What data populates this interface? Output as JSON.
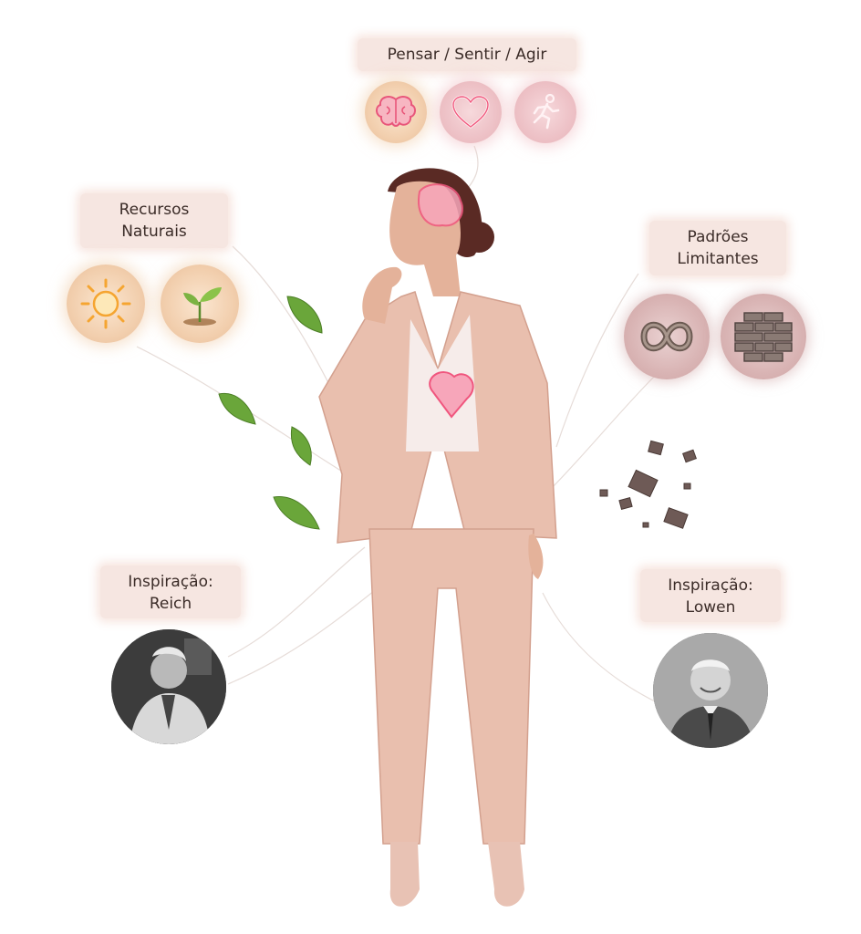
{
  "labels": {
    "think_feel_act": "Pensar / Sentir / Agir",
    "natural_resources_line1": "Recursos",
    "natural_resources_line2": "Naturais",
    "limiting_patterns_line1": "Padrões",
    "limiting_patterns_line2": "Limitantes",
    "reich_line1": "Inspiração:",
    "reich_line2": "Reich",
    "lowen_line1": "Inspiração:",
    "lowen_line2": "Lowen"
  },
  "icons": {
    "top": [
      "brain-icon",
      "heart-icon",
      "running-person-icon"
    ],
    "natural_resources": [
      "sun-icon",
      "sprout-icon"
    ],
    "limiting_patterns": [
      "knot-icon",
      "brick-wall-icon"
    ]
  },
  "colors": {
    "label_bg": "#f6e6e1",
    "suit": "#e9bfae",
    "glow_pink": "#f06a86",
    "leaf": "#6aa63a"
  }
}
